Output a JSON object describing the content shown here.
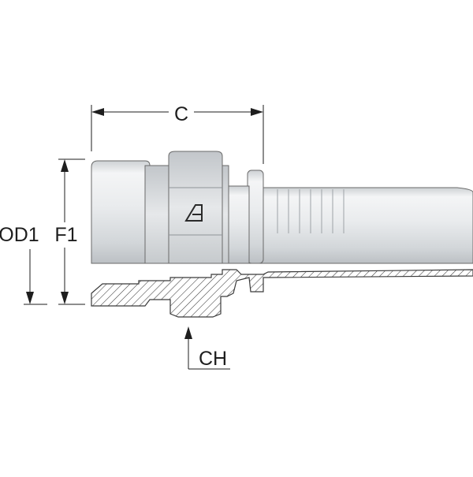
{
  "dimensions": {
    "c_label": "C",
    "od1_label": "OD1",
    "f1_label": "F1",
    "ch_label": "CH"
  },
  "colors": {
    "body_light": "#f2f3f4",
    "body_mid": "#d8dbde",
    "body_dark": "#b9bdc1",
    "outline": "#4a4a4a",
    "hatch": "#3c3c3c",
    "dim_line": "#1e1e1e"
  },
  "icons": {
    "logo": "brand-logo-icon"
  }
}
